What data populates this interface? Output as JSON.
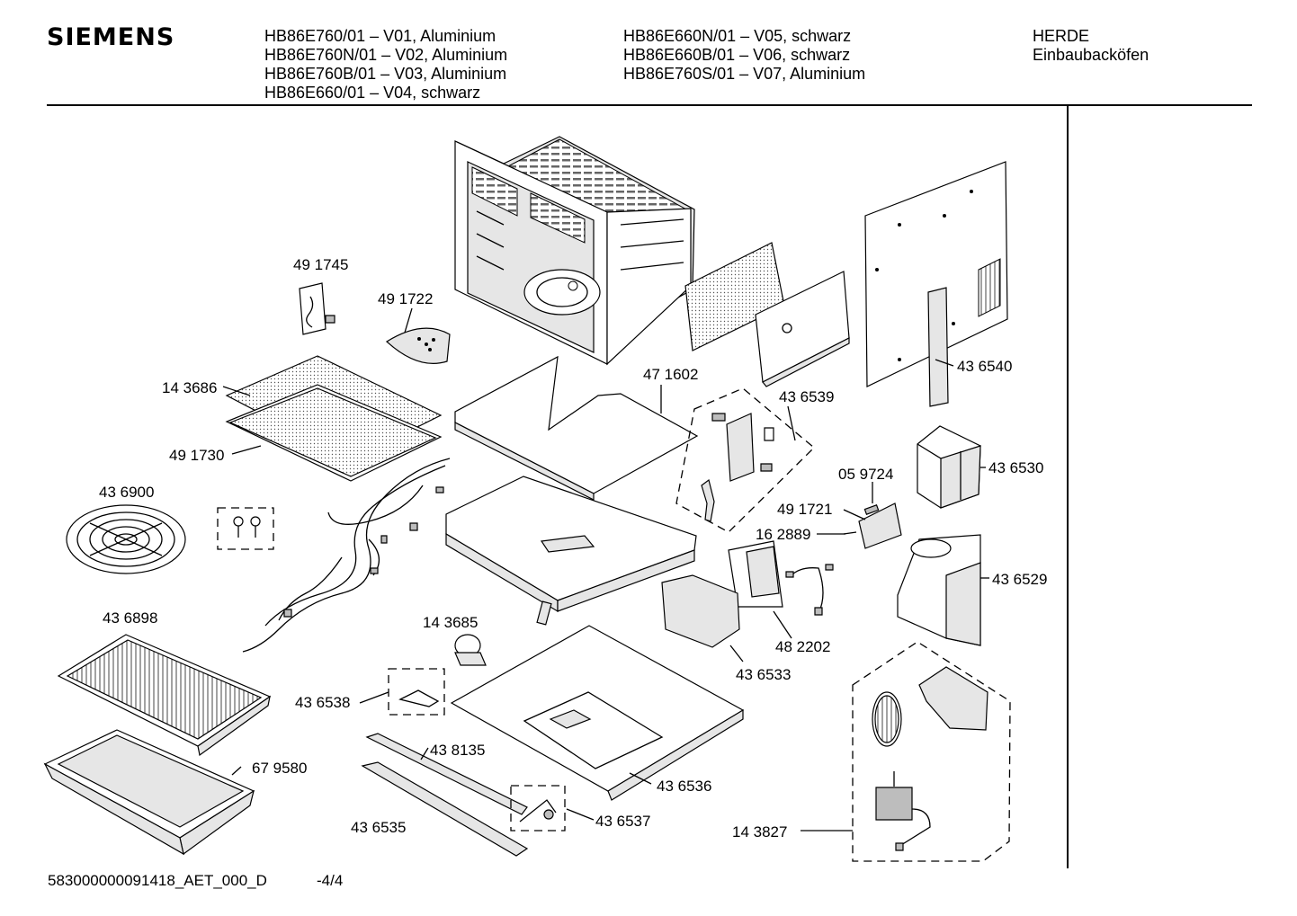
{
  "header": {
    "brand": "SIEMENS",
    "models_col1": [
      "HB86E760/01    – V01, Aluminium",
      "HB86E760N/01 – V02, Aluminium",
      "HB86E760B/01 – V03, Aluminium",
      "HB86E660/01    – V04, schwarz"
    ],
    "models_col2": [
      "HB86E660N/01 – V05, schwarz",
      "HB86E660B/01 – V06, schwarz",
      "HB86E760S/01 – V07, Aluminium"
    ],
    "category": [
      "HERDE",
      "Einbaubacköfen"
    ]
  },
  "parts": [
    {
      "id": "p491745",
      "label": "49 1745"
    },
    {
      "id": "p491722",
      "label": "49 1722"
    },
    {
      "id": "p143686",
      "label": "14 3686"
    },
    {
      "id": "p491730",
      "label": "49 1730"
    },
    {
      "id": "p471602",
      "label": "47 1602"
    },
    {
      "id": "p436539",
      "label": "43 6539"
    },
    {
      "id": "p436540",
      "label": "43 6540"
    },
    {
      "id": "p436530",
      "label": "43 6530"
    },
    {
      "id": "p059724",
      "label": "05 9724"
    },
    {
      "id": "p491721",
      "label": "49 1721"
    },
    {
      "id": "p162889",
      "label": "16 2889"
    },
    {
      "id": "p436529",
      "label": "43 6529"
    },
    {
      "id": "p436900",
      "label": "43 6900"
    },
    {
      "id": "p436898",
      "label": "43 6898"
    },
    {
      "id": "p143685",
      "label": "14 3685"
    },
    {
      "id": "p482202",
      "label": "48 2202"
    },
    {
      "id": "p436533",
      "label": "43 6533"
    },
    {
      "id": "p436538",
      "label": "43 6538"
    },
    {
      "id": "p438135",
      "label": "43 8135"
    },
    {
      "id": "p679580",
      "label": "67 9580"
    },
    {
      "id": "p436536",
      "label": "43 6536"
    },
    {
      "id": "p436537",
      "label": "43 6537"
    },
    {
      "id": "p436535",
      "label": "43 6535"
    },
    {
      "id": "p143827",
      "label": "14 3827"
    }
  ],
  "footer": {
    "doc_number": "583000000091418_AET_000_D",
    "page": "-4/4"
  }
}
